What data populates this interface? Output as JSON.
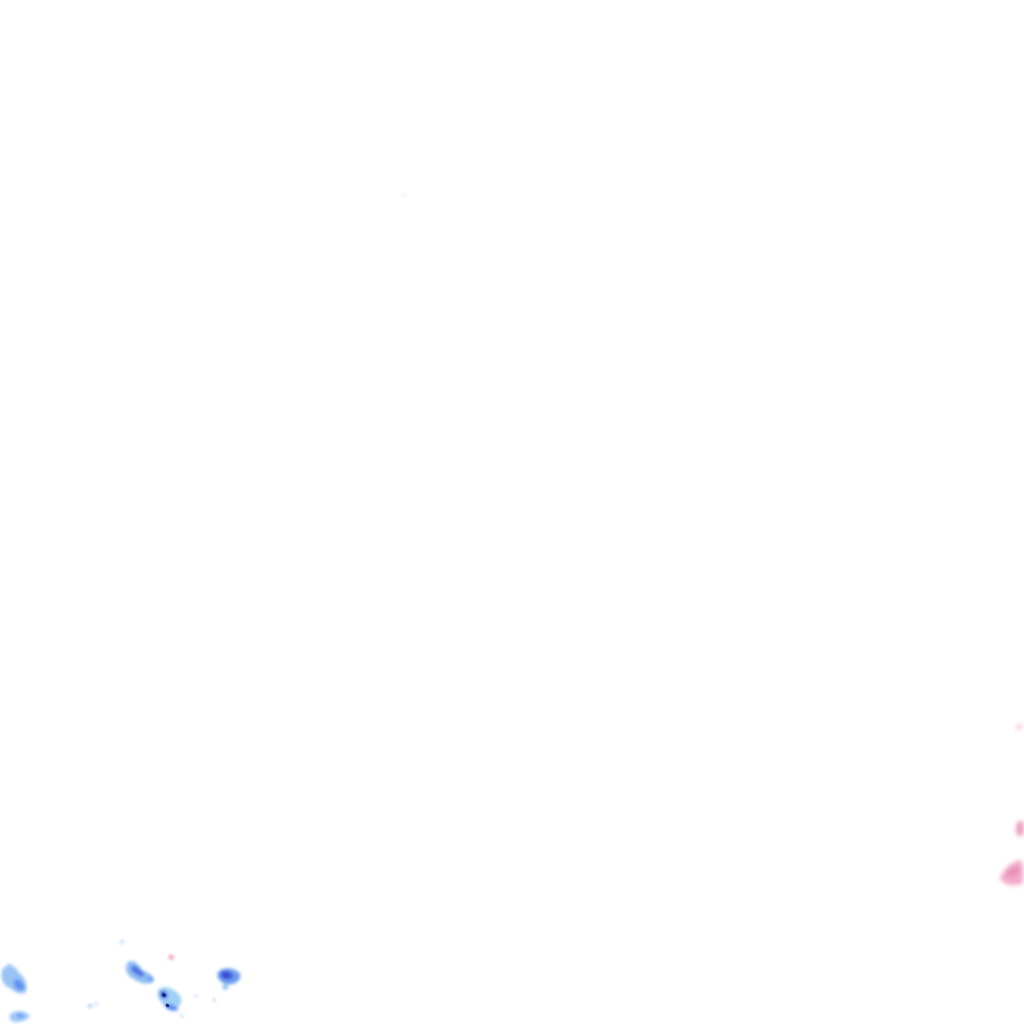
{
  "map": {
    "kind": "precipitation radar overlay tile",
    "background": "#ffffff",
    "legend_colors": {
      "rain_light": "#9ec8f5",
      "rain_moderate": "#5a8cf0",
      "rain_heavy": "#3a4fd8",
      "rain_intense": "#1a237e",
      "snow_mixed_light": "#f6c6da",
      "snow_mixed": "#e88bb0"
    },
    "echo_regions": [
      {
        "name": "rain-cells-southwest",
        "precip_type": "rain"
      },
      {
        "name": "mixed-cells-east",
        "precip_type": "snow-mix"
      }
    ]
  }
}
